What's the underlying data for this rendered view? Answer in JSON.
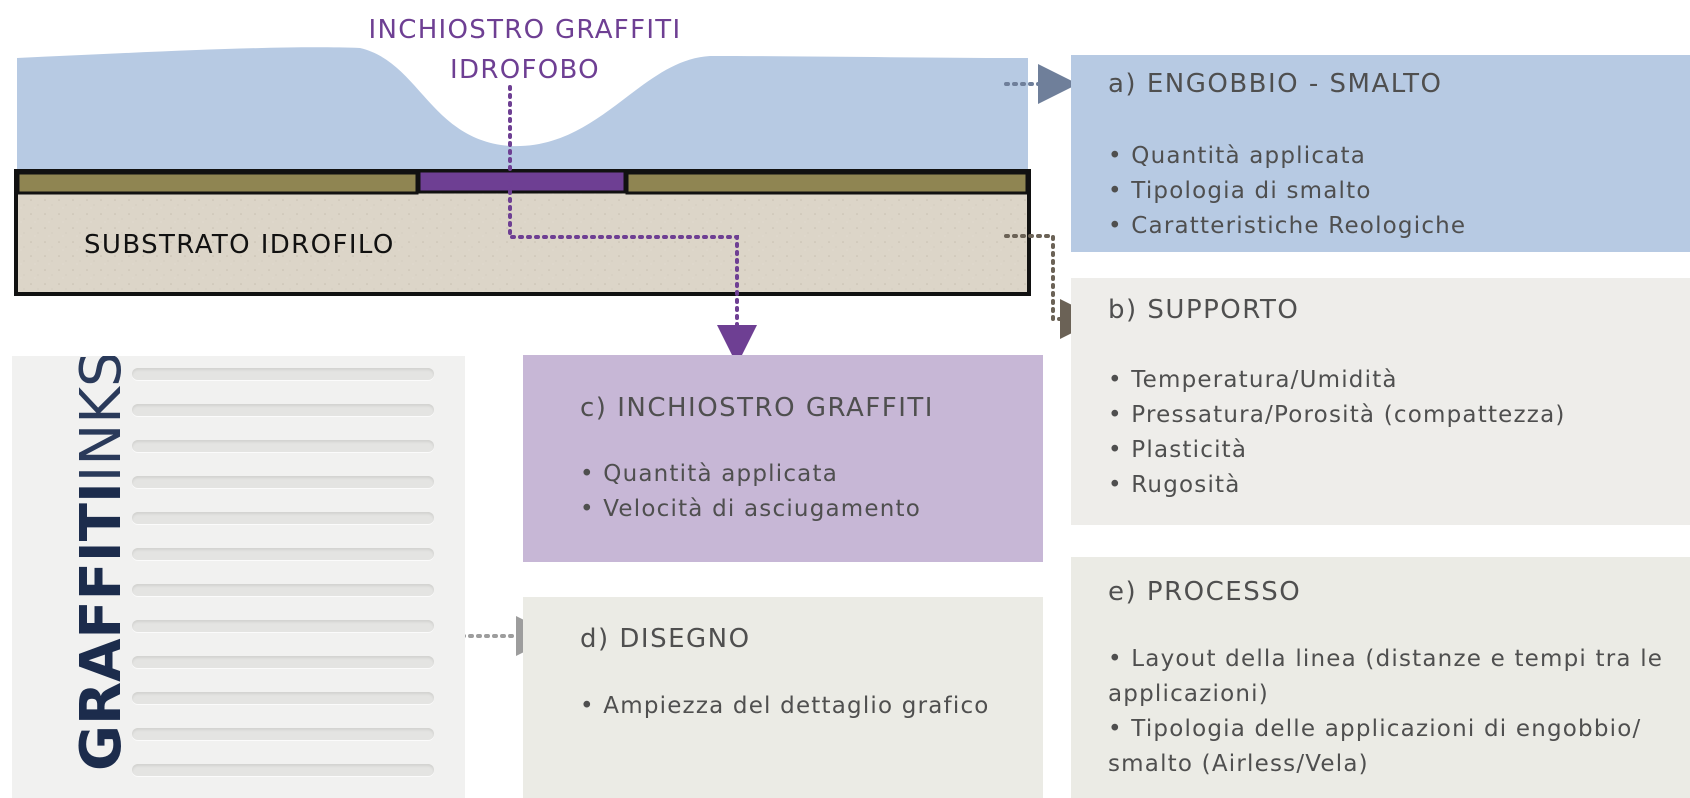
{
  "ink_label": {
    "line1": "INCHIOSTRO GRAFFITI",
    "line2": "IDROFOBO"
  },
  "substrate_label": "SUBSTRATO IDROFILO",
  "brand": {
    "bold": "GRAFFITI",
    "thin": "INKS"
  },
  "boxes": {
    "a": {
      "title": "a) ENGOBBIO - SMALTO",
      "items": [
        "Quantità applicata",
        "Tipologia di smalto",
        "Caratteristiche Reologiche"
      ]
    },
    "b": {
      "title": "b) SUPPORTO",
      "items": [
        "Temperatura/Umidità",
        "Pressatura/Porosità (compattezza)",
        "Plasticità",
        "Rugosità"
      ]
    },
    "c": {
      "title": "c) INCHIOSTRO GRAFFITI",
      "items": [
        "Quantità applicata",
        "Velocità di asciugamento"
      ]
    },
    "d": {
      "title": "d) DISEGNO",
      "items": [
        "Ampiezza del dettaglio grafico"
      ]
    },
    "e": {
      "title": "e) PROCESSO",
      "items": [
        "Layout della linea (distanze e tempi tra le applicazioni)",
        "Tipologia delle applicazioni di engobbio/ smalto (Airless/Vela)"
      ]
    }
  },
  "colors": {
    "glaze": "#b7cae3",
    "engobe": "#8f8552",
    "ink": "#6e3f93",
    "substrate": "#dcd5c8",
    "ink_box": "#c7b7d6",
    "neutral_box": "#ebebe5",
    "support_box": "#eeedea"
  }
}
